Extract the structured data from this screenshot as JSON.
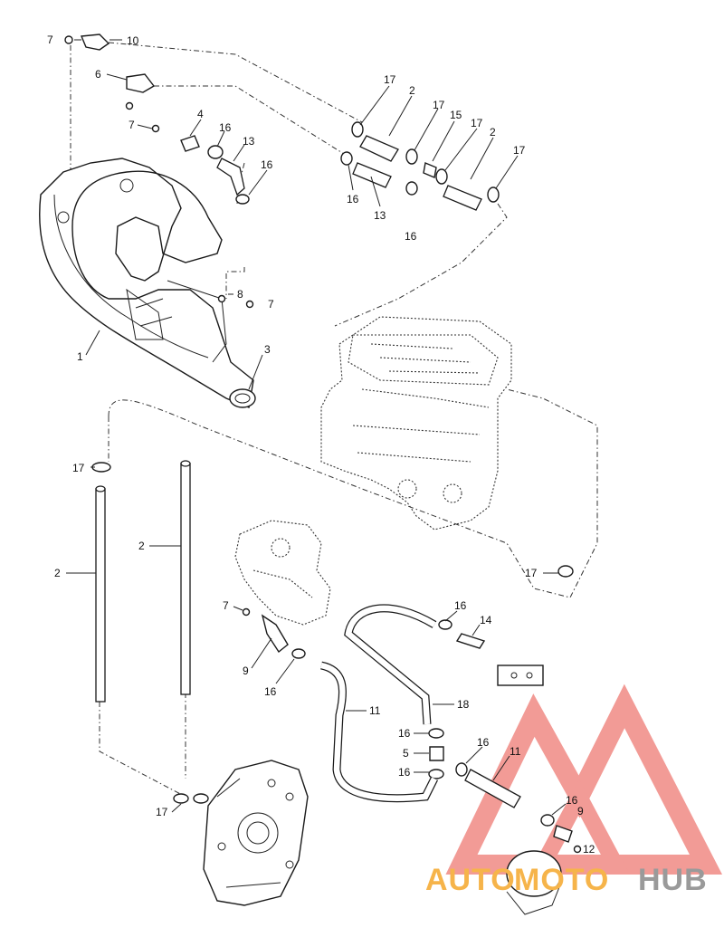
{
  "callouts": [
    {
      "id": "c-7a",
      "text": "7"
    },
    {
      "id": "c-10",
      "text": "10"
    },
    {
      "id": "c-6",
      "text": "6"
    },
    {
      "id": "c-7b",
      "text": "7"
    },
    {
      "id": "c-4",
      "text": "4"
    },
    {
      "id": "c-16a",
      "text": "16"
    },
    {
      "id": "c-13a",
      "text": "13"
    },
    {
      "id": "c-16b",
      "text": "16"
    },
    {
      "id": "c-17a",
      "text": "17"
    },
    {
      "id": "c-2a",
      "text": "2"
    },
    {
      "id": "c-17b",
      "text": "17"
    },
    {
      "id": "c-15",
      "text": "15"
    },
    {
      "id": "c-17c",
      "text": "17"
    },
    {
      "id": "c-2b",
      "text": "2"
    },
    {
      "id": "c-17d",
      "text": "17"
    },
    {
      "id": "c-16c",
      "text": "16"
    },
    {
      "id": "c-13b",
      "text": "13"
    },
    {
      "id": "c-16d",
      "text": "16"
    },
    {
      "id": "c-8",
      "text": "8"
    },
    {
      "id": "c-7c",
      "text": "7"
    },
    {
      "id": "c-1",
      "text": "1"
    },
    {
      "id": "c-3",
      "text": "3"
    },
    {
      "id": "c-17e",
      "text": "17"
    },
    {
      "id": "c-2c",
      "text": "2"
    },
    {
      "id": "c-2d",
      "text": "2"
    },
    {
      "id": "c-17f",
      "text": "17"
    },
    {
      "id": "c-7d",
      "text": "7"
    },
    {
      "id": "c-16e",
      "text": "16"
    },
    {
      "id": "c-14",
      "text": "14"
    },
    {
      "id": "c-9a",
      "text": "9"
    },
    {
      "id": "c-16f",
      "text": "16"
    },
    {
      "id": "c-11a",
      "text": "11"
    },
    {
      "id": "c-18",
      "text": "18"
    },
    {
      "id": "c-16g",
      "text": "16"
    },
    {
      "id": "c-5",
      "text": "5"
    },
    {
      "id": "c-16h",
      "text": "16"
    },
    {
      "id": "c-11b",
      "text": "11"
    },
    {
      "id": "c-16i",
      "text": "16"
    },
    {
      "id": "c-16j",
      "text": "16"
    },
    {
      "id": "c-9b",
      "text": "9"
    },
    {
      "id": "c-12",
      "text": "12"
    },
    {
      "id": "c-17g",
      "text": "17"
    }
  ],
  "watermark": {
    "part1": "AUTO",
    "part2": "MOTO",
    "part3": "HUB",
    "color_primary": "#f08a84",
    "color_secondary": "#f6b44a",
    "color_tertiary": "#9a9a9a"
  }
}
